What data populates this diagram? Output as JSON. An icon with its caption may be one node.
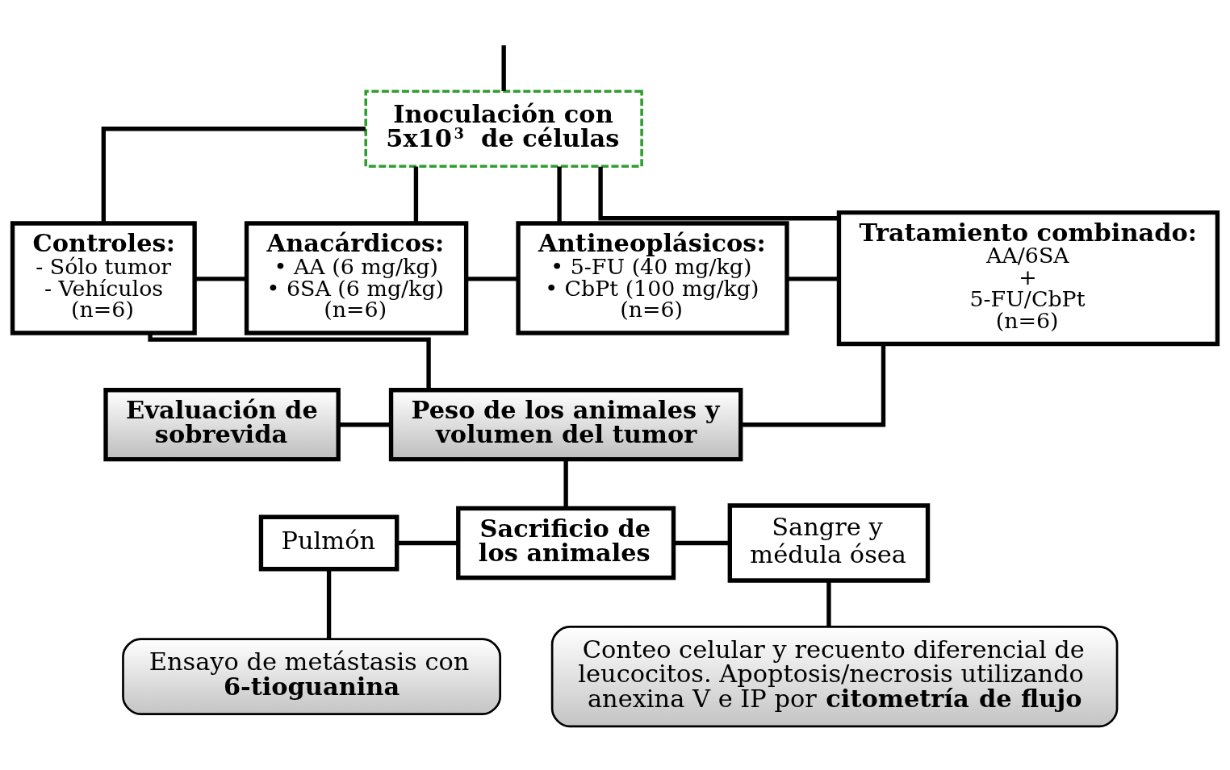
{
  "diagram": {
    "nodes": [
      {
        "text": [
          "Inoculación con 5x10$^{3}$ de células"
        ]
      },
      {
        "text": [
          "Controles:",
          "- Sólo tumor",
          "- Vehículos",
          "(n=6)"
        ]
      },
      {
        "text": [
          "Anacárdicos:",
          "• AA (6 mg/kg)",
          "• 6SA (6 mg/kg)",
          "(n=6)"
        ]
      },
      {
        "text": [
          "Antineoplásicos:",
          "• 5-FU (40 mg/kg)",
          "• CbPt (100 mg/kg)",
          "(n=6)"
        ]
      },
      {
        "text": [
          "Tratamiento combinado:",
          "AA/6SA",
          "+",
          "5-FU/CbPt",
          "(n=6)"
        ]
      },
      {
        "text": [
          "Peso de los animales y volumen del tumor"
        ]
      },
      {
        "text": [
          "Evaluación de sobrevida"
        ]
      },
      {
        "text": [
          "Sacrificio de los animales"
        ]
      },
      {
        "text": [
          "Pulmón"
        ]
      },
      {
        "text": [
          "Sangre y médula ósea"
        ]
      },
      {
        "text": [
          "Ensayo de metástasis con **6-tioguanina**"
        ]
      },
      {
        "text": [
          "Conteo celular y recuento diferencial de leucocitos. Apoptosis/necrosis utilizando anexina V e IP por **citometría de flujo**"
        ]
      }
    ],
    "edges": [
      {
        "from": null,
        "to": 0,
        "arrow": "none"
      },
      {
        "from": 0,
        "to": 1,
        "arrow": "none"
      },
      {
        "from": 0,
        "to": 2,
        "arrow": "none"
      },
      {
        "from": 0,
        "to": 3,
        "arrow": "none"
      },
      {
        "from": 0,
        "to": 4,
        "arrow": "none"
      },
      {
        "from": 1,
        "to": 2,
        "arrow": "none"
      },
      {
        "from": 2,
        "to": 3,
        "arrow": "none"
      },
      {
        "from": 3,
        "to": 4,
        "arrow": "none"
      },
      {
        "from": 1,
        "to": 5,
        "arrow": "none"
      },
      {
        "from": 4,
        "to": 5,
        "arrow": "none"
      },
      {
        "from": 6,
        "to": 5,
        "arrow": "none"
      },
      {
        "from": 5,
        "to": 7,
        "arrow": "none"
      },
      {
        "from": 8,
        "to": 7,
        "arrow": "none"
      },
      {
        "from": 7,
        "to": 9,
        "arrow": "none"
      },
      {
        "from": 8,
        "to": 10,
        "arrow": "none"
      },
      {
        "from": 9,
        "to": 11,
        "arrow": "none"
      }
    ]
  }
}
